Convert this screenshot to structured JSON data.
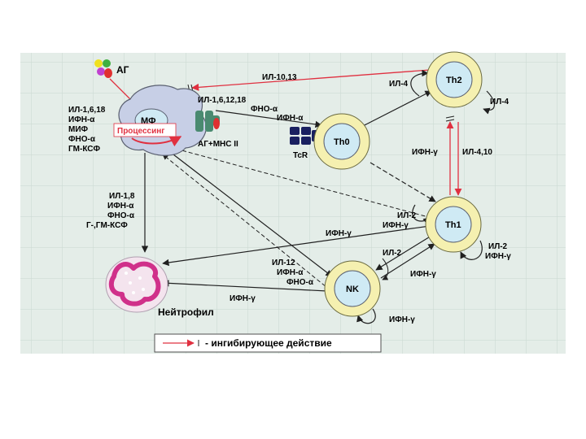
{
  "colors": {
    "panel_bg": "#e4ede8",
    "grid": "#c9d8d0",
    "cell_ring": "#f5f0b0",
    "cell_core": "#cfeaf4",
    "macrophage": "#c7cfe6",
    "inhibit": "#e03040",
    "arrow": "#202020"
  },
  "antigen": {
    "label": "АГ"
  },
  "macrophage": {
    "label": "МФ",
    "processing": "Процессинг",
    "secreted": [
      "ИЛ-1,6,18",
      "ИФН-α",
      "МИФ",
      "ФНО-α",
      "ГМ-КСФ"
    ]
  },
  "mhc": {
    "label": "АГ+МНС II"
  },
  "tcr": {
    "label": "TcR"
  },
  "cells": {
    "th0": "Th0",
    "th1": "Th1",
    "th2": "Th2",
    "nk": "NK"
  },
  "neutrophil": {
    "label": "Нейтрофил"
  },
  "edges": {
    "il10_13": "ИЛ-10,13",
    "il4_top": "ИЛ-4",
    "il4_self": "ИЛ-4",
    "mf_out": "ИЛ-1,6,12,18",
    "mf_tnf": "ФНО-α",
    "ifn_alpha_th0": "ИФН-α",
    "ifn_gamma_th2": "ИФН-γ",
    "il4_10": "ИЛ-4,10",
    "il2_th1": "ИЛ-2",
    "ifn_gamma_th1": "ИФН-γ",
    "il2_self": "ИЛ-2",
    "ifn_gamma_self_th1": "ИФН-γ",
    "ifn_gamma_mid": "ИФН-γ",
    "il12": "ИЛ-12",
    "ifn_alpha_nk": "ИФН-α",
    "tnf_nk": "ФНО-α",
    "il2_nk": "ИЛ-2",
    "ifn_gamma_nk": "ИФН-γ",
    "ifn_gamma_nk_self": "ИФН-γ",
    "ifn_gamma_neut": "ИФН-γ",
    "neut_il18": "ИЛ-1,8",
    "neut_ifn": "ИФН-α",
    "neut_tnf": "ФНО-α",
    "neut_csf": "Г-,ГМ-КСФ"
  },
  "legend": {
    "text": "- ингибирующее действие"
  }
}
